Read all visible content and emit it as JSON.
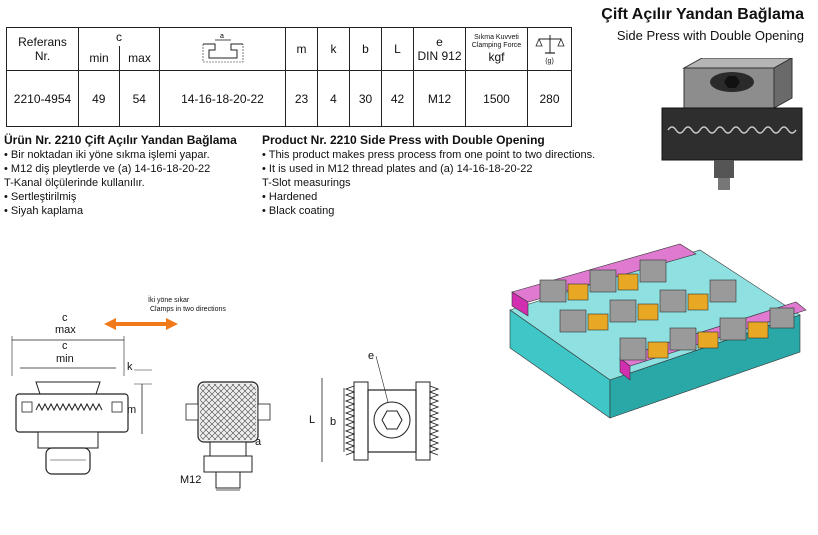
{
  "header": {
    "title_tr": "Çift Açılır Yandan Bağlama",
    "title_en": "Side Press with Double Opening"
  },
  "table": {
    "headers": {
      "ref_line1": "Referans",
      "ref_line2": "Nr.",
      "c": "c",
      "min": "min",
      "max": "max",
      "a": "a",
      "m": "m",
      "k": "k",
      "b": "b",
      "L": "L",
      "e": "e",
      "din": "DIN 912",
      "force_tr": "Sıkma Kuvveti",
      "force_en": "Clamping Force",
      "force_unit": "kgf",
      "weight_unit": "(g)"
    },
    "row": {
      "ref": "2210-4954",
      "min": "49",
      "max": "54",
      "a": "14-16-18-20-22",
      "m": "23",
      "k": "4",
      "b": "30",
      "L": "42",
      "e": "M12",
      "force": "1500",
      "weight": "280"
    }
  },
  "desc_tr": {
    "title": "Ürün Nr. 2210 Çift Açılır Yandan Bağlama",
    "items": [
      "Bir noktadan iki yöne sıkma işlemi yapar.",
      "M12 diş pleytlerde ve (a) 14-16-18-20-22",
      "T-Kanal ölçülerinde kullanılır.",
      "Sertleştirilmiş",
      "Siyah kaplama"
    ]
  },
  "desc_en": {
    "title": "Product Nr. 2210 Side Press with Double Opening",
    "items": [
      "This product makes press process from one point to two directions.",
      "It is used in M12 thread plates and (a) 14-16-18-20-22",
      "T-Slot measurings",
      "Hardened",
      "Black coating"
    ]
  },
  "drawing": {
    "arrow_tr": "İki yöne sıkar",
    "arrow_en": "Clamps in two directions",
    "c": "c",
    "max": "max",
    "min": "min",
    "k": "k",
    "m": "m",
    "a": "a",
    "M12": "M12",
    "e": "e",
    "L": "L",
    "b": "b"
  },
  "colors": {
    "arrow": "#f07a1a",
    "rail": "#d22fb0",
    "base": "#3fc6c6",
    "block": "#9a9a9a",
    "clamp": "#e8a824"
  }
}
